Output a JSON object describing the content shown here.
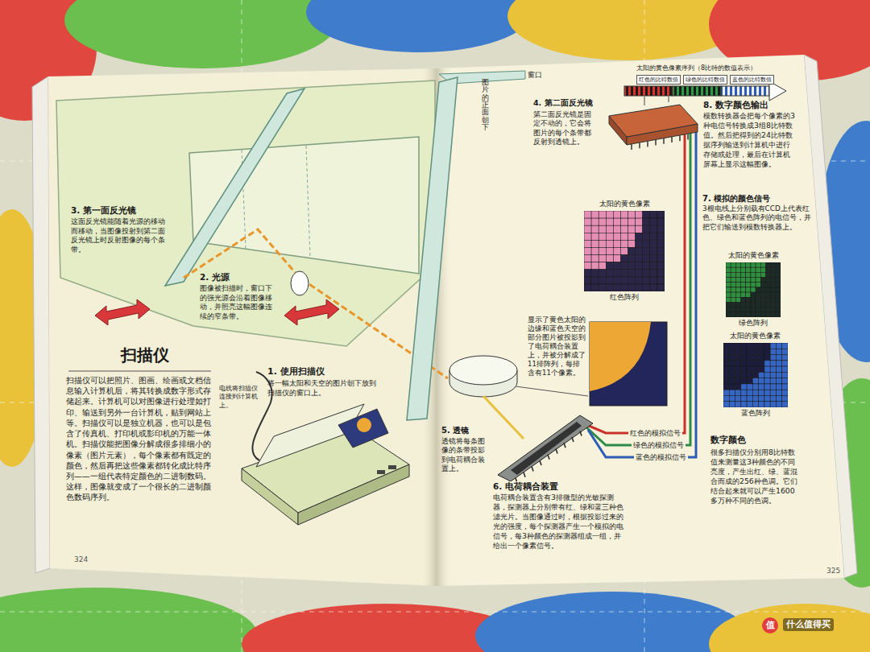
{
  "diagram": {
    "title": "扫描仪",
    "nodes": [
      {
        "text": [
          "6. 电荷耦合装置",
          "电荷耦合装置含有3排微型的光敏探测器，探测器上分别带有红、绿和蓝三种色滤光片。当图像通过时，根据投影过来的光的强度，每个探测器产生一个模拟的电信号，每3种颜色的探测器组成一组，并给出一个像素信号。"
        ]
      },
      {
        "text": [
          "8. 数字颜色输出",
          "模数转换器会把每个像素的3种电信号转换成3组8比特数值。然后把得到的24比特数据序列输送到计算机中进行存储或处理，最后在计算机屏幕上显示这幅图像。"
        ]
      },
      {
        "text": [
          "太阳的黄色像素",
          "红色阵列"
        ]
      },
      {
        "text": [
          "太阳的黄色像素",
          "绿色阵列"
        ]
      },
      {
        "text": [
          "太阳的黄色像素",
          "蓝色阵列"
        ]
      }
    ],
    "edges": [
      {
        "from": 0,
        "to": 1,
        "label": "红色的模拟信号",
        "arrow": "none"
      },
      {
        "from": 0,
        "to": 1,
        "label": "绿色的模拟信号",
        "arrow": "none"
      },
      {
        "from": 0,
        "to": 1,
        "label": "蓝色的模拟信号",
        "arrow": "none"
      }
    ],
    "labels": [
      "3. 第一面反光镜",
      "这面反光镜能随着光源的移动而移动，当图像投射到第二面反光镜上时反射图像的每个条带。",
      "2. 光源",
      "图像被扫描时，窗口下的强光源会沿着图像移动，并照亮这幅图像连续的窄条带。",
      "扫描仪可以把照片、图画、绘画或文档信息输入计算机后，将其转换成数字形式存储起来。计算机可以对图像进行处理如打印、输送到另外一台计算机，贴到网站上等。扫描仪可以是独立机器，也可以是包含了传真机、打印机或影印机的万能一体机。扫描仪能把图像分解成很多排细小的像素（图片元素），每个像素都有既定的颜色，然后再把这些像素都转化成比特序列——一组代表特定颜色的二进制数码。这样，图像就变成了一个很长的二进制颜色数码序列。",
      "1. 使用扫描仪",
      "将一幅太阳和天空的图片朝下放到扫描仪的窗口上。",
      "电线将扫描仪连接到计算机上。",
      "324",
      "图片的正面朝下",
      "窗口",
      "4. 第二面反光镜",
      "第二面反光镜是固定不动的，它会将图片的每个条带都反射到透镜上。",
      "太阳的黄色像素序列（8比特的数值表示）",
      "红色的比特数值",
      "绿色的比特数值",
      "蓝色的比特数值",
      "7. 模拟的颜色信号",
      "3根电线上分别载有CCD上代表红色、绿色和蓝色阵列的电信号，并把它们输送到模数转换器上。",
      "显示了黄色太阳的边缘和蓝色天空的部分图片被投影到了电荷耦合装置上，并被分解成了11排阵列，每排含有11个像素。",
      "5. 透镜",
      "透镜将每条图像的条带投影到电荷耦合装置上。",
      "数字颜色",
      "很多扫描仪分别用8比特数值来测量这3种颜色的不同亮度，产生出红、绿、蓝混合而成的256种色调。它们结合起来就可以产生1600多万种不同的色调。",
      "325",
      "值",
      "什么值得买"
    ]
  }
}
